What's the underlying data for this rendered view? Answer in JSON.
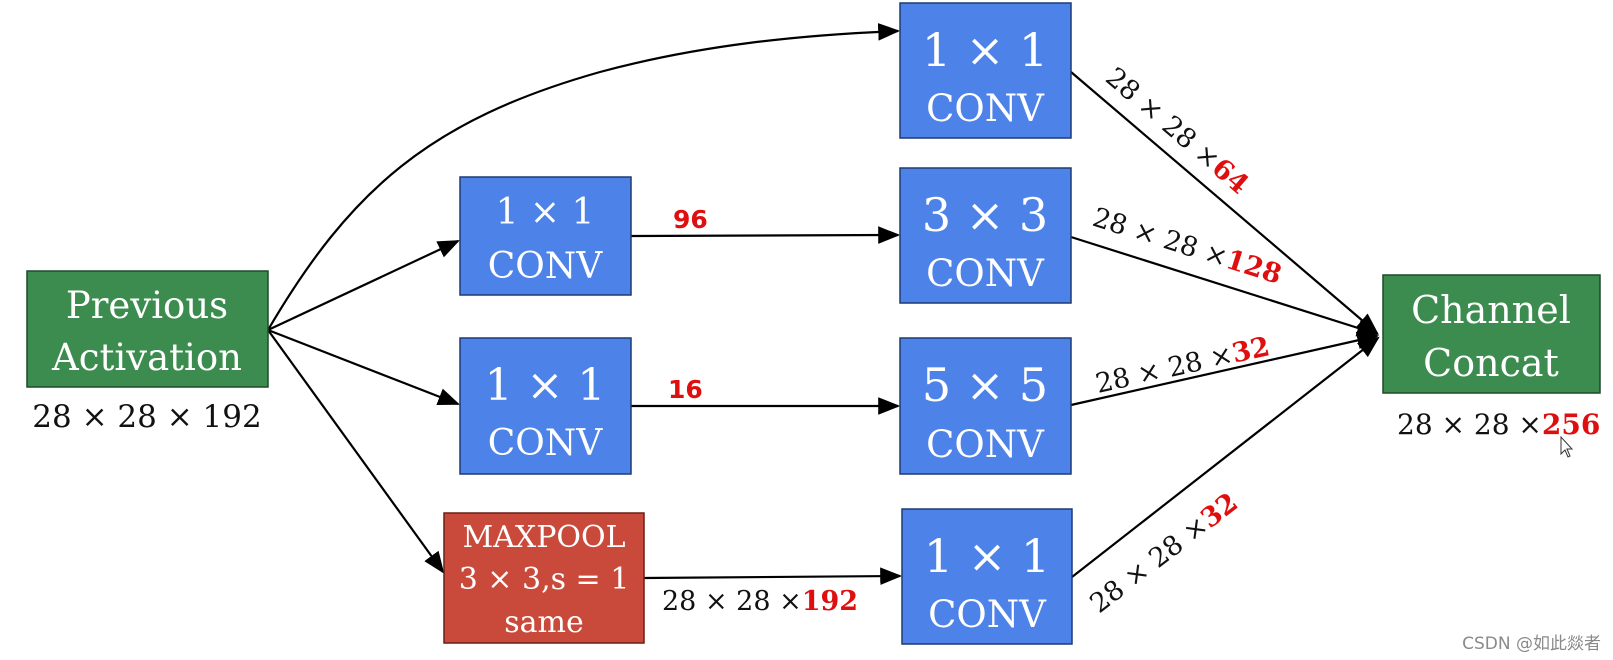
{
  "colors": {
    "green_box": "#3b8c4e",
    "blue_box": "#4d82e8",
    "red_box": "#c9493b",
    "accent_red": "#e00f0f",
    "arrow": "#000000"
  },
  "nodes": {
    "previous_activation": {
      "line1": "Previous",
      "line2": "Activation",
      "dims": "28 × 28 × 192"
    },
    "conv1x1_bottleneck_a": {
      "line1": "1 × 1",
      "line2": "CONV"
    },
    "conv1x1_bottleneck_b": {
      "line1": "1 × 1",
      "line2": "CONV"
    },
    "maxpool": {
      "line1": "MAXPOOL",
      "line2": "3 × 3,s = 1",
      "line3": "same"
    },
    "conv1x1_top": {
      "line1": "1 × 1",
      "line2": "CONV"
    },
    "conv3x3": {
      "line1": "3 × 3",
      "line2": "CONV"
    },
    "conv5x5": {
      "line1": "5 × 5",
      "line2": "CONV"
    },
    "conv1x1_bottom": {
      "line1": "1 × 1",
      "line2": "CONV"
    },
    "channel_concat": {
      "line1": "Channel",
      "line2": "Concat",
      "dims_prefix": "28 × 28 ×",
      "dims_channels": "256"
    }
  },
  "edge_labels": {
    "bottleneck_a_channels": "96",
    "bottleneck_b_channels": "16",
    "maxpool_out_prefix": "28 × 28 ×",
    "maxpool_out_channels": "192",
    "top_out_prefix": "28 × 28 ×",
    "top_out_channels": "64",
    "conv3x3_out_prefix": "28 × 28 ×",
    "conv3x3_out_channels": "128",
    "conv5x5_out_prefix": "28 × 28 ×",
    "conv5x5_out_channels": "32",
    "bottom_out_prefix": "28 × 28 ×",
    "bottom_out_channels": "32"
  },
  "watermark": "CSDN @如此燚者"
}
